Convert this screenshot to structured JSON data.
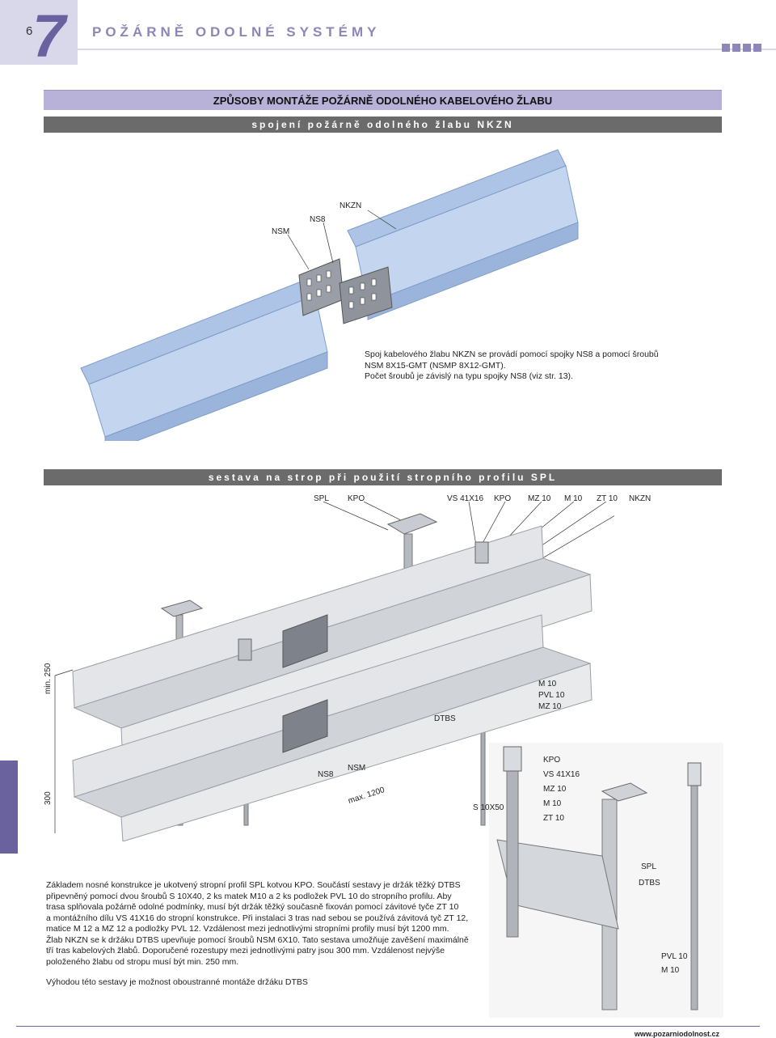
{
  "header": {
    "page_number": "6",
    "chapter_number": "7",
    "chapter_title": "POŽÁRNĚ ODOLNÉ SYSTÉMY"
  },
  "section_title": "ZPŮSOBY MONTÁŽE POŽÁRNĚ ODOLNÉHO KABELOVÉHO ŽLABU",
  "block1": {
    "subtitle": "spojení požárně odolného žlabu NKZN",
    "labels": {
      "nsm": "NSM",
      "ns8": "NS8",
      "nkzn": "NKZN"
    },
    "description": [
      "Spoj kabelového žlabu NKZN se provádí pomocí spojky NS8 a pomocí šroubů",
      "NSM 8X15-GMT (NSMP 8X12-GMT).",
      "Počet šroubů je závislý na typu spojky NS8 (viz str. 13)."
    ]
  },
  "block2": {
    "subtitle": "sestava na strop při použití stropního profilu SPL",
    "top_labels": [
      "SPL",
      "KPO",
      "VS 41X16",
      "KPO",
      "MZ 10",
      "M 10",
      "ZT 10",
      "NKZN"
    ],
    "right_labels": [
      "M 10",
      "PVL 10",
      "MZ 10"
    ],
    "dtbs": "DTBS",
    "dim_min": "min. 250",
    "dim_300": "300",
    "ns8": "NS8",
    "nsm": "NSM",
    "max": "max. 1200",
    "detail_labels": [
      "KPO",
      "VS 41X16",
      "MZ 10",
      "M 10",
      "ZT 10"
    ],
    "s10x50": "S 10X50",
    "detail_spl": "SPL",
    "detail_dtbs": "DTBS",
    "detail_pvl": "PVL 10",
    "detail_m10": "M 10",
    "description": [
      "Základem nosné konstrukce je ukotvený stropní profil SPL kotvou KPO. Součástí sestavy je držák těžký DTBS",
      "připevněný pomocí dvou šroubů S 10X40, 2 ks matek M10 a 2 ks podložek PVL 10 do stropního profilu. Aby",
      "trasa splňovala požárně odolné podmínky, musí být držák těžký současně fixován pomocí závitové tyče ZT 10",
      "a montážního dílu VS 41X16 do stropní konstrukce. Při instalaci 3 tras nad sebou se používá závitová tyč ZT 12,",
      "matice M 12 a MZ 12 a podložky PVL 12. Vzdálenost mezi jednotlivými stropními profily musí být 1200 mm.",
      "Žlab NKZN se k držáku DTBS upevňuje pomocí šroubů NSM 6X10. Tato sestava umožňuje zavěšení maximálně",
      "tří tras kabelových žlabů. Doporučené rozestupy mezi jednotlivými patry jsou 300 mm. Vzdálenost nejvýše",
      "položeného žlabu od stropu musí být min. 250 mm."
    ],
    "note": "Výhodou této sestavy je možnost oboustranné montáže držáku DTBS"
  },
  "footer": {
    "url": "www.pozarniodolnost.cz"
  },
  "colors": {
    "accent": "#6a619f",
    "light_accent": "#b8b1d8",
    "tray_blue": "#b9cdea",
    "tray_grey": "#d9dbde"
  }
}
